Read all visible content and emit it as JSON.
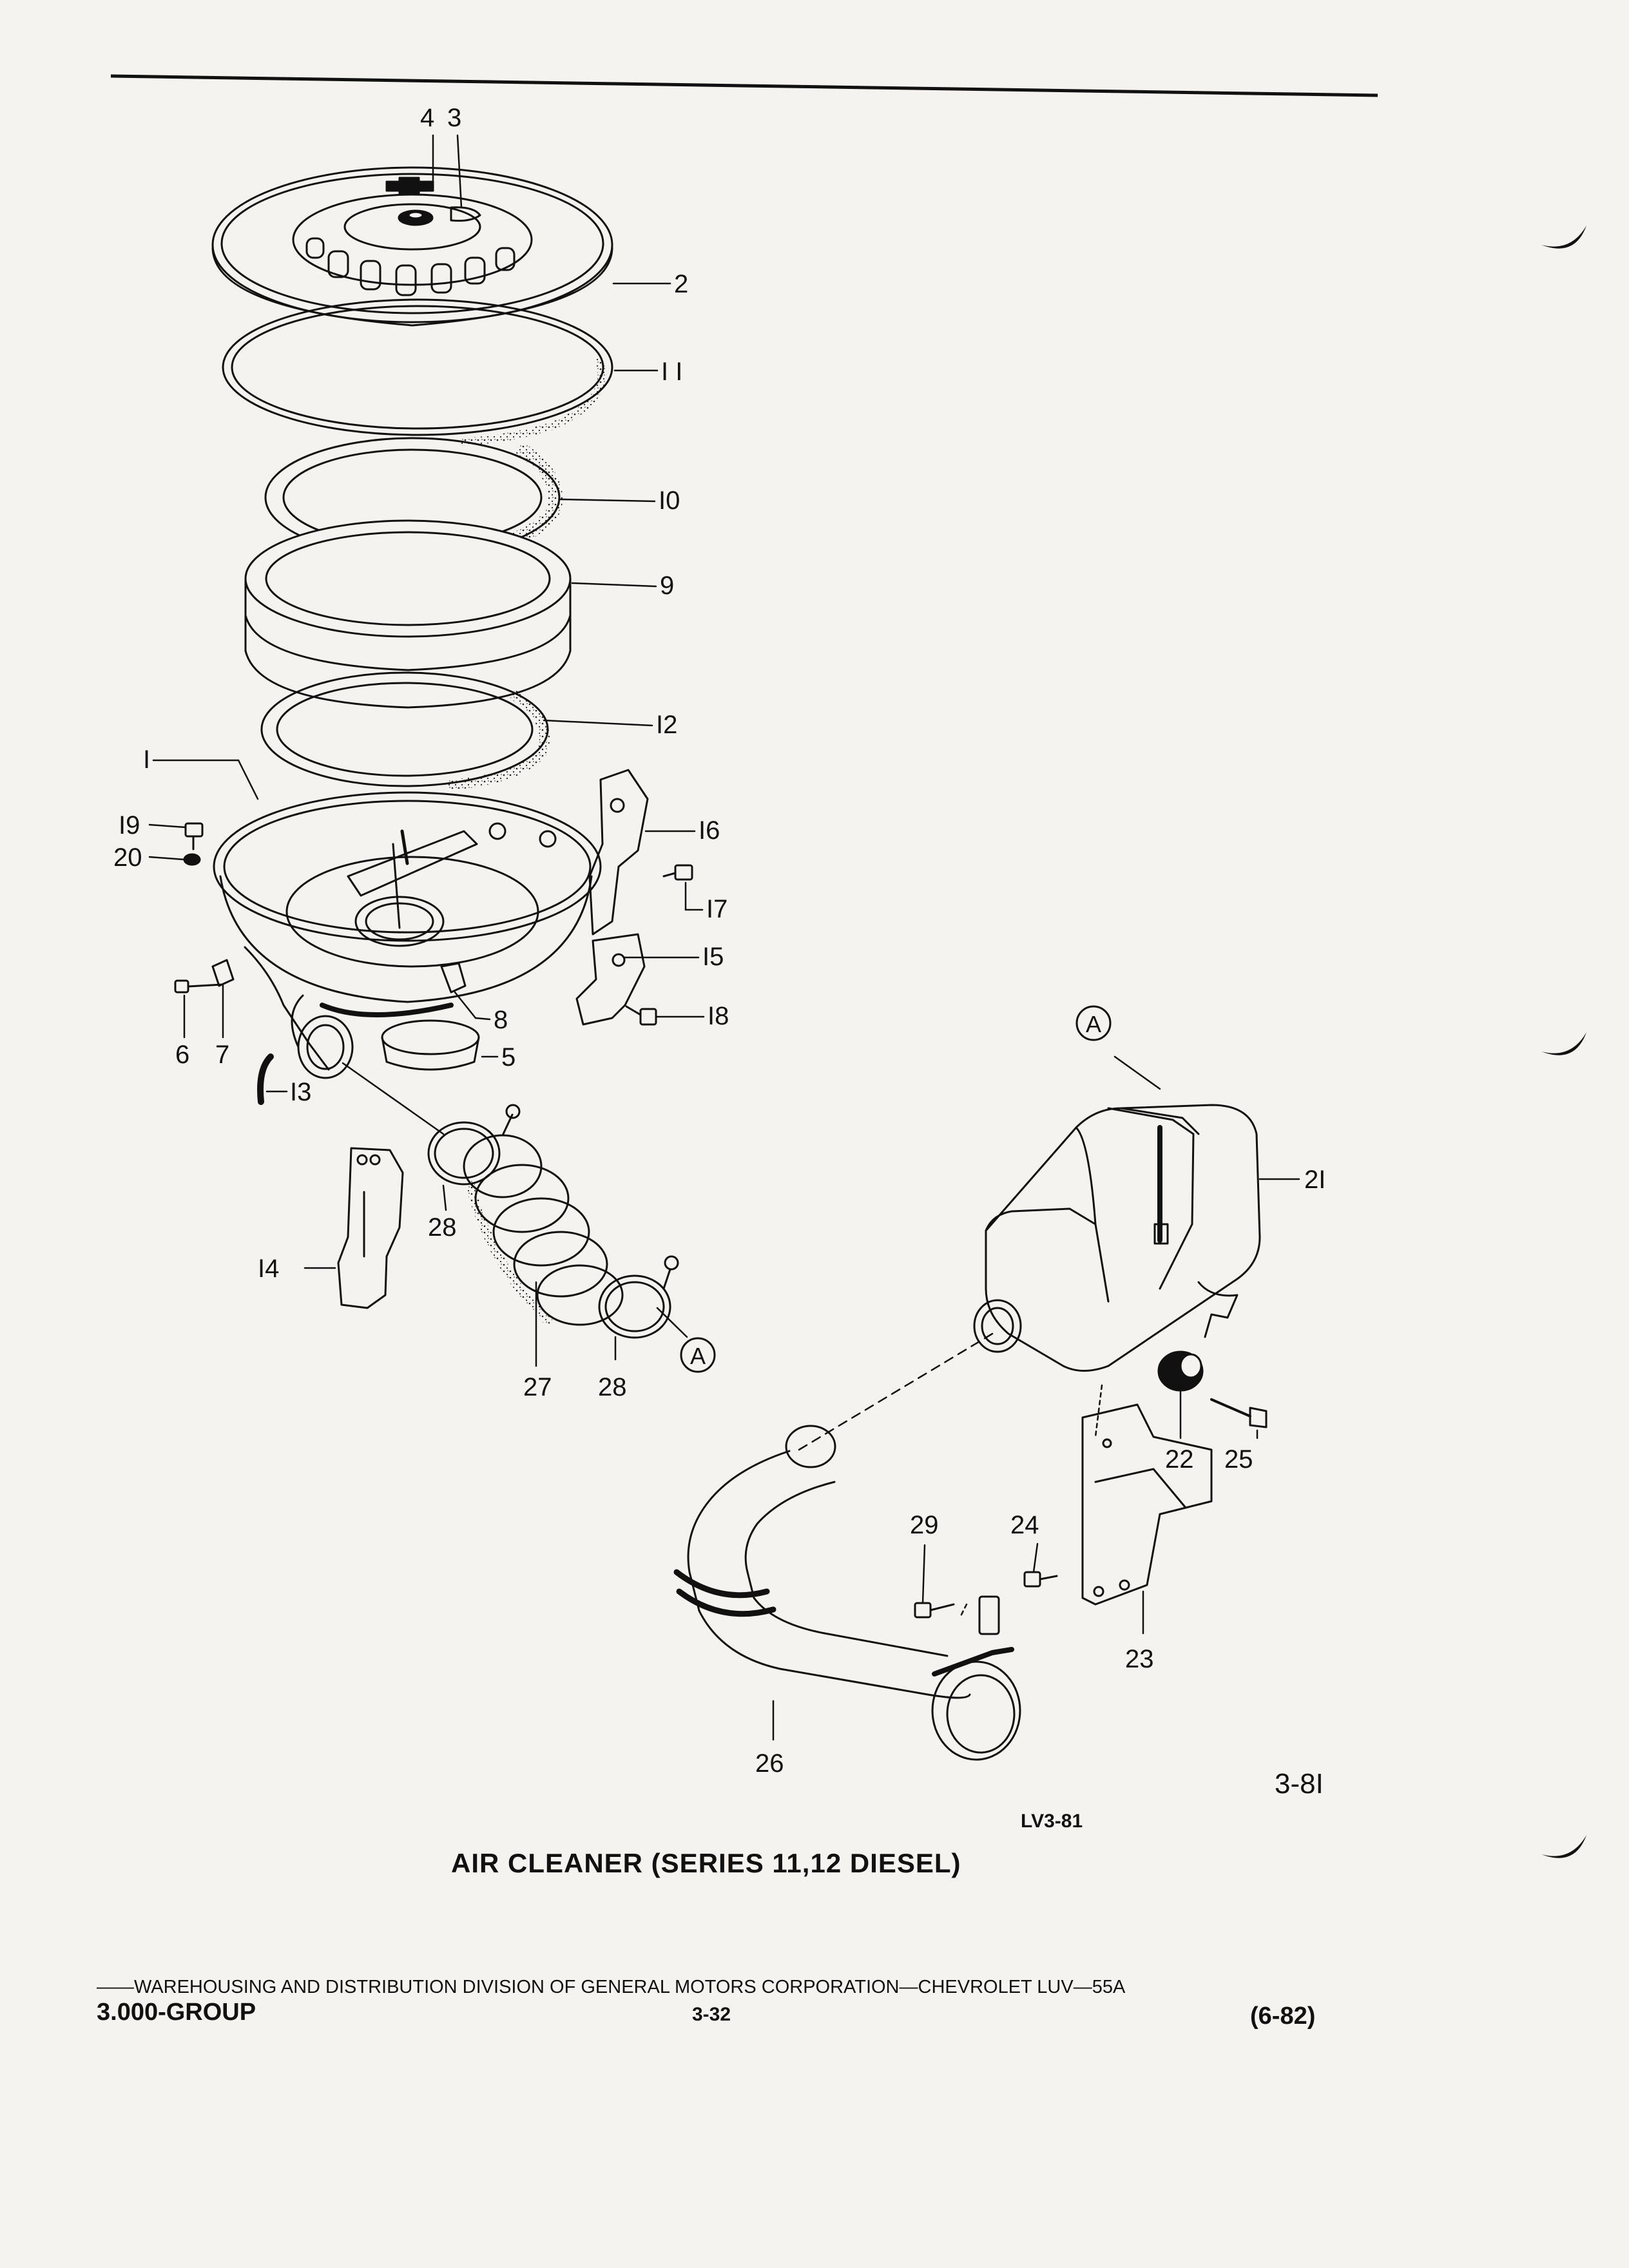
{
  "callouts": {
    "c1": "I",
    "c2": "2",
    "c3": "3",
    "c4": "4",
    "c5": "5",
    "c6": "6",
    "c7": "7",
    "c8": "8",
    "c9": "9",
    "c10": "I0",
    "c11": "I I",
    "c12": "I2",
    "c13": "I3",
    "c14": "I4",
    "c15": "I5",
    "c16": "I6",
    "c17": "I7",
    "c18": "I8",
    "c19": "I9",
    "c20": "20",
    "c21": "2I",
    "c22": "22",
    "c23": "23",
    "c24": "24",
    "c25": "25",
    "c26": "26",
    "c27": "27",
    "c28a": "28",
    "c28b": "28",
    "c29": "29",
    "refA1": "A",
    "refA2": "A"
  },
  "figure": {
    "number": "3-8I",
    "code": "LV3-81",
    "caption": "AIR CLEANER (SERIES 11,12 DIESEL)"
  },
  "footer": {
    "credit": "——WAREHOUSING AND DISTRIBUTION  DIVISION OF GENERAL MOTORS CORPORATION—CHEVROLET LUV—55A",
    "group": "3.000-GROUP",
    "page": "3-32",
    "date": "(6-82)"
  },
  "colors": {
    "ink": "#111111",
    "paper": "#f4f3ef"
  },
  "icons": {
    "reference_marker": "circled-letter",
    "binding_marks": "edge-tick"
  }
}
